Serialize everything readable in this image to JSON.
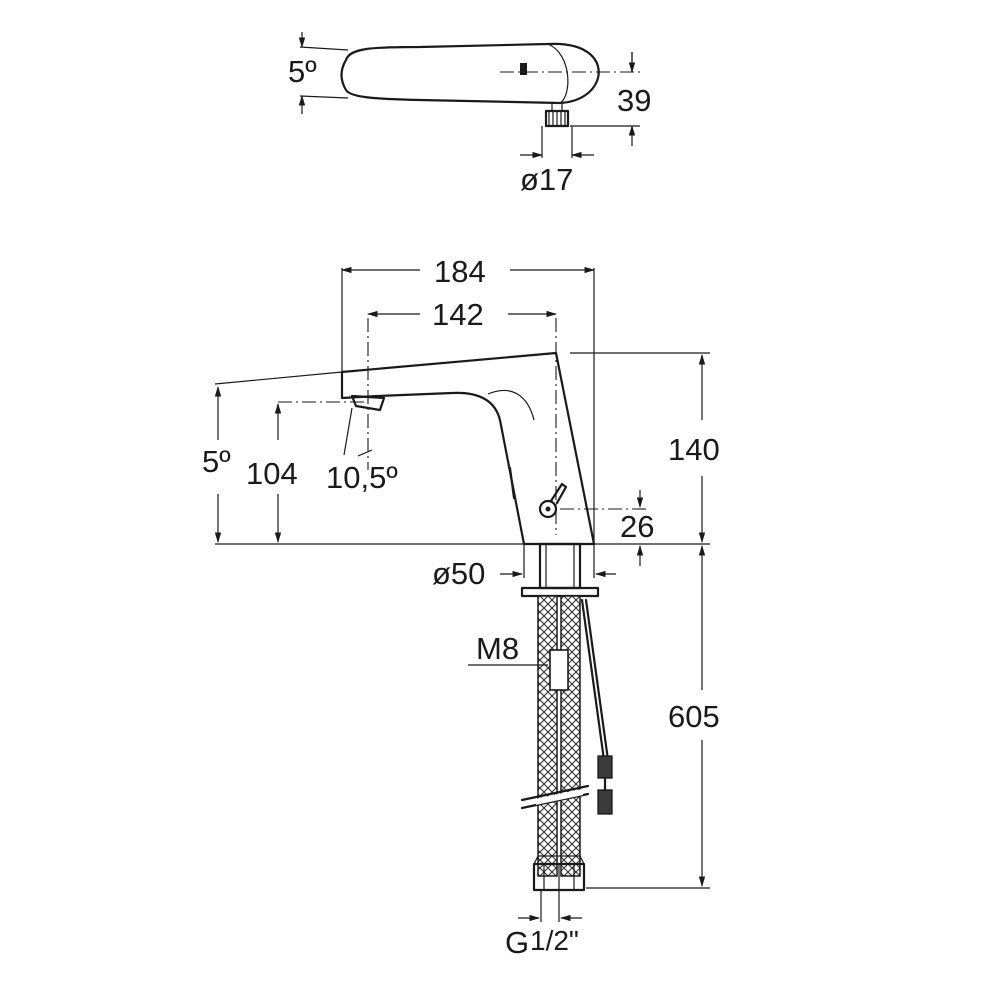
{
  "top_view": {
    "angle": "5º",
    "height": "39",
    "diameter": "ø17"
  },
  "front_view": {
    "total_length": "184",
    "spout_reach": "142",
    "angle_spout": "5º",
    "spout_height": "104",
    "spout_tilt": "10,5º",
    "body_height": "140",
    "sensor_height": "26",
    "base_diameter": "ø50",
    "thread": "M8",
    "hose_length": "605",
    "connection_prefix": "G",
    "connection_fraction": "1/2\""
  }
}
